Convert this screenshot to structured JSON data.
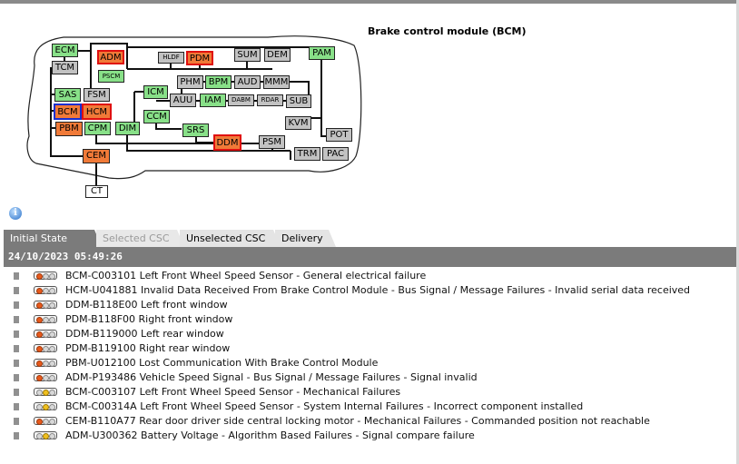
{
  "module_title": "Brake control module (BCM)",
  "diagram": {
    "nodes": [
      {
        "id": "ECM",
        "label": "ECM",
        "color": "green"
      },
      {
        "id": "TCM",
        "label": "TCM",
        "color": "gray"
      },
      {
        "id": "ADM",
        "label": "ADM",
        "color": "orange",
        "fault": true
      },
      {
        "id": "PSCM",
        "label": "PSCM",
        "color": "green"
      },
      {
        "id": "HLDF",
        "label": "HLDF",
        "color": "gray"
      },
      {
        "id": "PDM",
        "label": "PDM",
        "color": "orange",
        "fault": true
      },
      {
        "id": "SUM",
        "label": "SUM",
        "color": "gray"
      },
      {
        "id": "DEM",
        "label": "DEM",
        "color": "gray"
      },
      {
        "id": "PAM",
        "label": "PAM",
        "color": "green"
      },
      {
        "id": "SAS",
        "label": "SAS",
        "color": "green"
      },
      {
        "id": "FSM",
        "label": "FSM",
        "color": "gray"
      },
      {
        "id": "ICM",
        "label": "ICM",
        "color": "green"
      },
      {
        "id": "PHM",
        "label": "PHM",
        "color": "gray"
      },
      {
        "id": "BPM",
        "label": "BPM",
        "color": "green"
      },
      {
        "id": "AUD",
        "label": "AUD",
        "color": "gray"
      },
      {
        "id": "MMM",
        "label": "MMM",
        "color": "gray"
      },
      {
        "id": "AUU",
        "label": "AUU",
        "color": "gray"
      },
      {
        "id": "IAM",
        "label": "IAM",
        "color": "green"
      },
      {
        "id": "DABM",
        "label": "DABM",
        "color": "gray"
      },
      {
        "id": "RDAR",
        "label": "RDAR",
        "color": "gray"
      },
      {
        "id": "SUB",
        "label": "SUB",
        "color": "gray"
      },
      {
        "id": "BCM",
        "label": "BCM",
        "color": "orange",
        "selected": true
      },
      {
        "id": "HCM",
        "label": "HCM",
        "color": "orange",
        "fault": true
      },
      {
        "id": "CCM",
        "label": "CCM",
        "color": "green"
      },
      {
        "id": "KVM",
        "label": "KVM",
        "color": "gray"
      },
      {
        "id": "PBM",
        "label": "PBM",
        "color": "orange"
      },
      {
        "id": "CPM",
        "label": "CPM",
        "color": "green"
      },
      {
        "id": "DIM",
        "label": "DIM",
        "color": "green"
      },
      {
        "id": "SRS",
        "label": "SRS",
        "color": "green"
      },
      {
        "id": "POT",
        "label": "POT",
        "color": "gray"
      },
      {
        "id": "DDM",
        "label": "DDM",
        "color": "orange",
        "fault": true
      },
      {
        "id": "PSM",
        "label": "PSM",
        "color": "gray"
      },
      {
        "id": "TRM",
        "label": "TRM",
        "color": "gray"
      },
      {
        "id": "PAC",
        "label": "PAC",
        "color": "gray"
      },
      {
        "id": "CEM",
        "label": "CEM",
        "color": "orange"
      },
      {
        "id": "CT",
        "label": "CT",
        "color": "white"
      }
    ]
  },
  "tabs": [
    {
      "label": "Initial State",
      "state": "active"
    },
    {
      "label": "Selected CSC",
      "state": "disabled"
    },
    {
      "label": "Unselected CSC",
      "state": "normal"
    },
    {
      "label": "Delivery",
      "state": "normal"
    }
  ],
  "timestamp": "24/10/2023 05:49:26",
  "dtcs": [
    {
      "text": "BCM-C003101 Left Front Wheel Speed Sensor  - General electrical failure",
      "light": "red"
    },
    {
      "text": "HCM-U041881 Invalid Data Received From Brake Control Module - Bus Signal / Message Failures - Invalid serial data received",
      "light": "red"
    },
    {
      "text": "DDM-B118E00 Left front window",
      "light": "red"
    },
    {
      "text": "PDM-B118F00 Right front window",
      "light": "red"
    },
    {
      "text": "DDM-B119000 Left rear window",
      "light": "red"
    },
    {
      "text": "PDM-B119100 Right rear window",
      "light": "red"
    },
    {
      "text": "PBM-U012100 Lost Communication With Brake Control Module",
      "light": "red"
    },
    {
      "text": "ADM-P193486 Vehicle Speed Signal - Bus Signal / Message Failures - Signal invalid",
      "light": "red"
    },
    {
      "text": "BCM-C003107 Left Front Wheel Speed Sensor  - Mechanical Failures",
      "light": "yellow"
    },
    {
      "text": "BCM-C00314A Left Front Wheel Speed Sensor  - System Internal Failures - Incorrect component installed",
      "light": "yellow"
    },
    {
      "text": "CEM-B110A77 Rear door driver side central locking motor - Mechanical Failures - Commanded position not reachable",
      "light": "red"
    },
    {
      "text": "ADM-U300362 Battery Voltage - Algorithm Based Failures - Signal compare failure",
      "light": "yellow"
    }
  ]
}
